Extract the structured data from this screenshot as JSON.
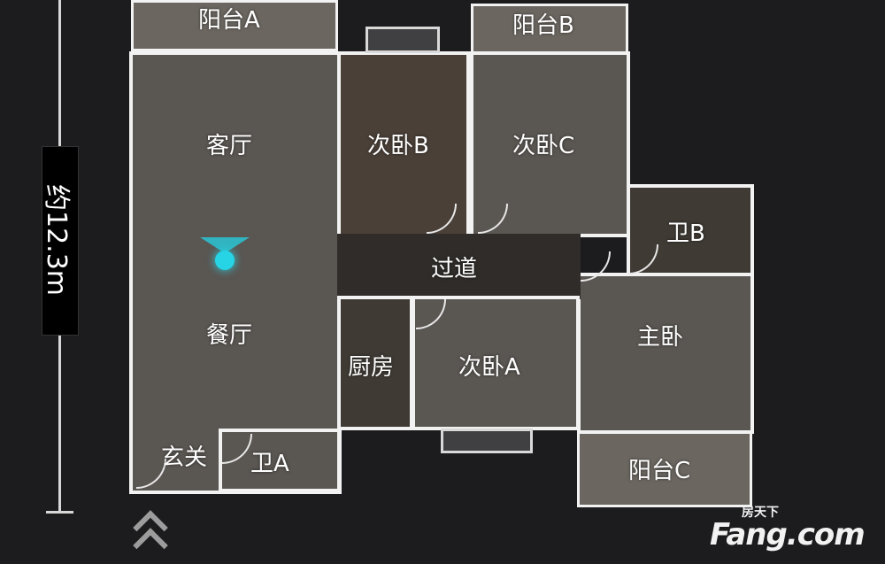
{
  "scale": {
    "text": "约12.3m"
  },
  "rooms": {
    "balcony_a": "阳台A",
    "balcony_b": "阳台B",
    "balcony_c": "阳台C",
    "living_room": "客厅",
    "dining_room": "餐厅",
    "second_bedroom_b": "次卧B",
    "second_bedroom_c": "次卧C",
    "second_bedroom_a": "次卧A",
    "bathroom_b": "卫B",
    "bathroom_a": "卫A",
    "corridor": "过道",
    "master_bedroom": "主卧",
    "kitchen": "厨房",
    "entrance": "玄关"
  },
  "logo": {
    "main": "Fang.com",
    "cn": "房天下"
  },
  "colors": {
    "marker": "#26d4e6",
    "wall": "#f2f2f2",
    "background": "#1c1c1e"
  },
  "icons": {
    "position_marker": "location-dot-icon",
    "navigate": "double-chevron-up-icon"
  }
}
